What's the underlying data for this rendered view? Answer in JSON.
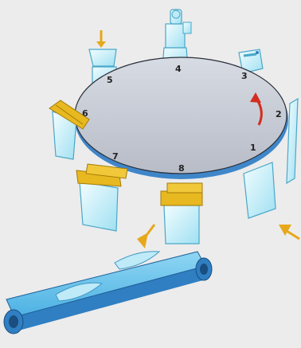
{
  "diagram": {
    "station_labels": [
      "1",
      "2",
      "3",
      "4",
      "5",
      "6",
      "7",
      "8"
    ],
    "rotation_direction": "counter-clockwise",
    "colors": {
      "background": "#ececec",
      "table_top": "#c5c9d3",
      "table_edge": "#3f86c9",
      "station_body": "#c9f2fb",
      "station_edge": "#4aa7c8",
      "clamp": "#e8b820",
      "arrow_rotation": "#d32d1e",
      "arrow_feed": "#e6a81a",
      "conveyor_top": "#5bbbe8",
      "conveyor_side": "#2f7fc2"
    }
  }
}
